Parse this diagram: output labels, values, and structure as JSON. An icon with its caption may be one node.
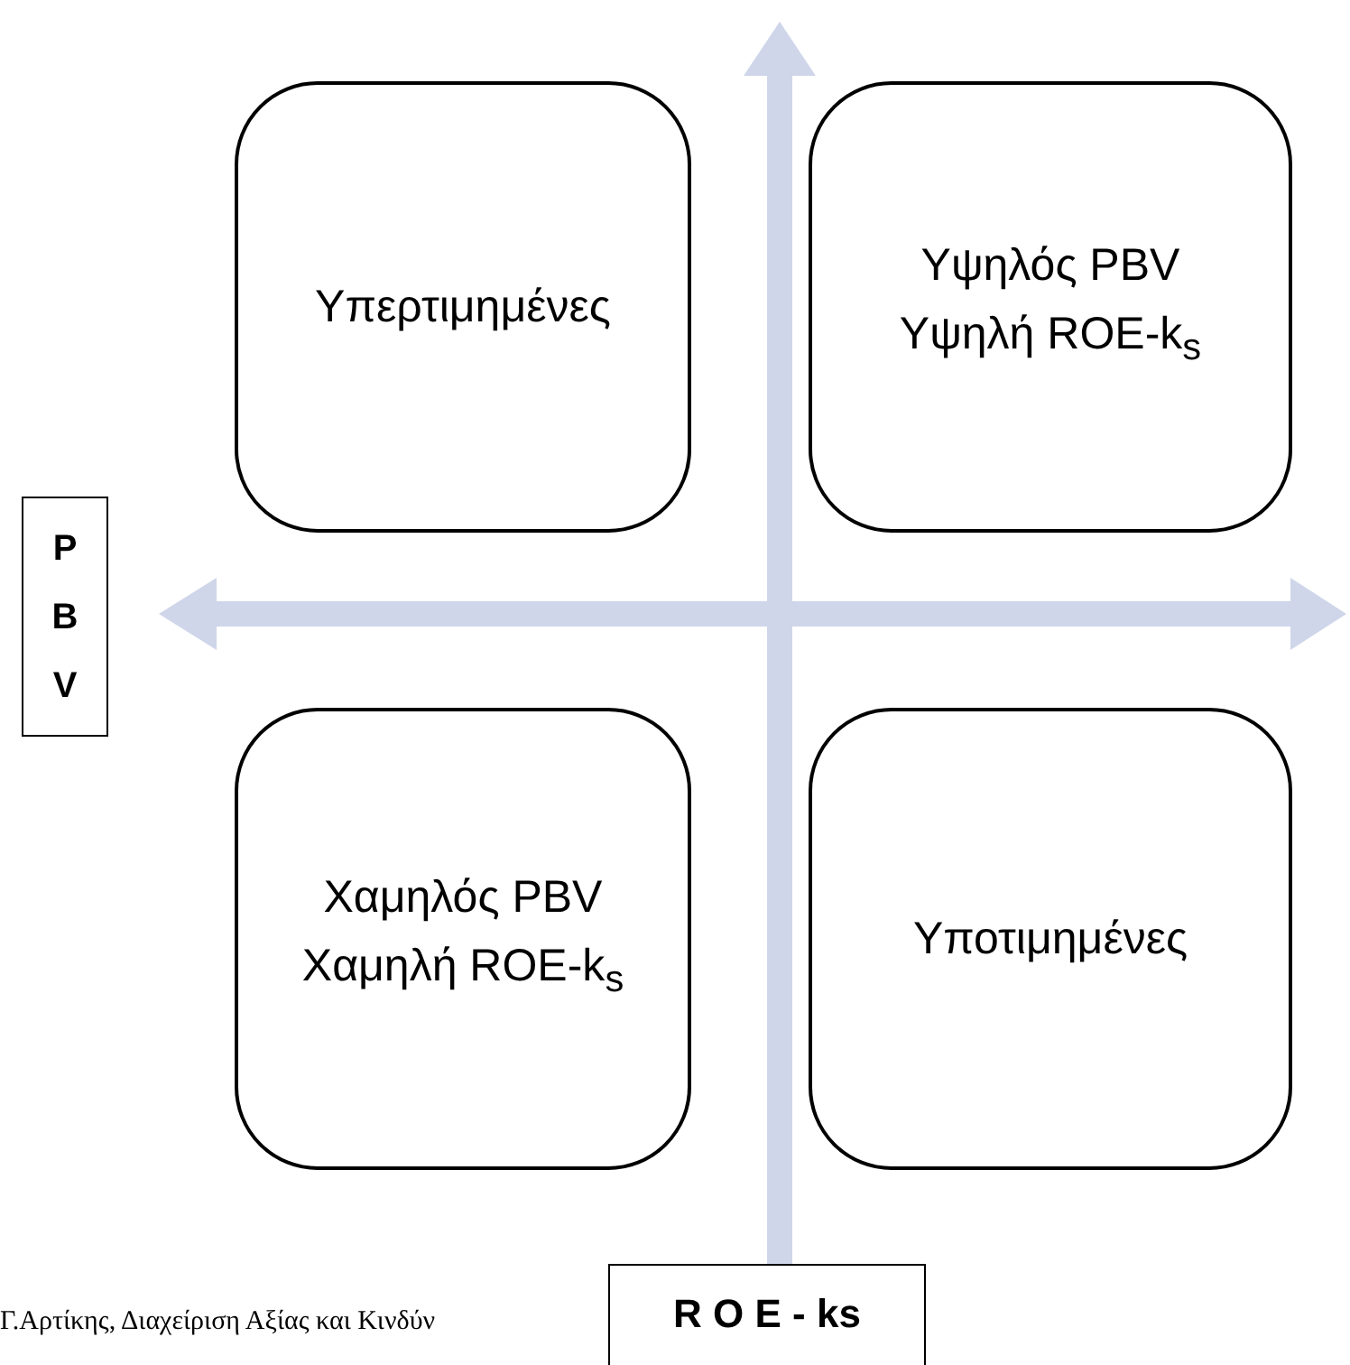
{
  "diagram": {
    "nodes": [
      {
        "text": [
          "Υπερτιμημένες"
        ]
      },
      {
        "text": [
          "Υψηλός PBV",
          "Υψηλή ROE-k$_{s}$"
        ]
      },
      {
        "text": [
          "Χαμηλός PBV",
          "Χαμηλή ROE-k$_{s}$"
        ]
      },
      {
        "text": [
          "Υποτιμημένες"
        ]
      },
      {
        "text": [
          "P B V"
        ]
      },
      {
        "text": [
          "R O E - ks"
        ]
      }
    ],
    "edges": [],
    "labels": [
      "Γ.Αρτίκης, Διαχείριση Αξίας και Κινδύν"
    ]
  }
}
